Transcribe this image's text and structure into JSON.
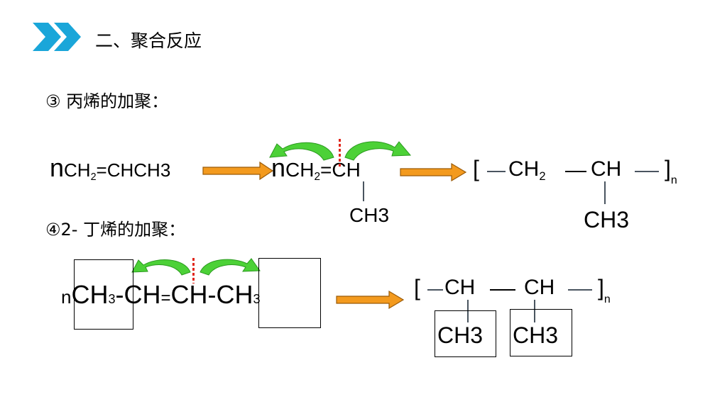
{
  "header": {
    "title": "二、聚合反应",
    "accent_color": "#1aa6d9",
    "icon": "double-chevron-right-icon"
  },
  "section3": {
    "heading": "③ 丙烯的加聚：",
    "reactant_n": "n",
    "reactant_ch2": "CH",
    "reactant_sub2": "2",
    "reactant_rest": "=CHCH3",
    "mid_n": "n",
    "mid_ch2": "CH",
    "mid_sub2": "2",
    "mid_eq": "=",
    "mid_ch": "CH",
    "mid_ch3": "CH3",
    "prod_open": "[",
    "prod_ch2": "CH",
    "prod_sub2": "2",
    "prod_ch": "CH",
    "prod_close": "]",
    "prod_n": "n",
    "prod_ch3": "CH3"
  },
  "section4": {
    "heading": "④2- 丁烯的加聚：",
    "reactant_n": "n",
    "reactant_ch3a": "CH",
    "reactant_sub3a": "3",
    "reactant_mid1": "-CH",
    "reactant_eq": "=",
    "reactant_mid2": "CH-",
    "reactant_ch3b": "CH",
    "reactant_sub3b": "3",
    "prod_open": "[",
    "prod_ch1": "CH",
    "prod_ch2": "CH",
    "prod_close": "]",
    "prod_n": "n",
    "prod_ch3a": "CH3",
    "prod_ch3b": "CH3"
  },
  "colors": {
    "arrow_orange": "#f39a1e",
    "arrow_green": "#4cd137",
    "dash_red": "#e0261c",
    "bond": "#4a5560"
  }
}
